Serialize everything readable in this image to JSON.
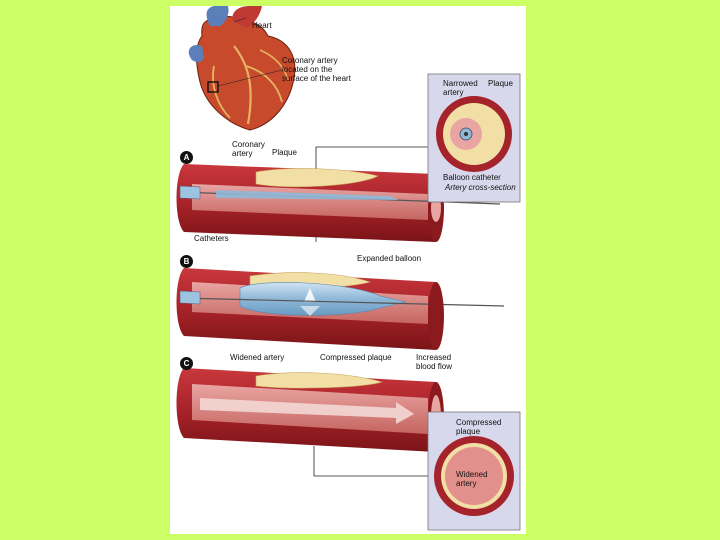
{
  "labels": {
    "heart": "Heart",
    "coronary_artery_location": "Coronary artery\nlocated on the\nsurface of the heart",
    "coronary_artery": "Coronary\nartery",
    "plaque_a": "Plaque",
    "catheters": "Catheters",
    "narrowed_artery": "Narrowed\nartery",
    "plaque_inset": "Plaque",
    "balloon_catheter": "Balloon catheter",
    "artery_cross_section": "Artery cross-section",
    "expanded_balloon": "Expanded balloon",
    "widened_artery": "Widened artery",
    "compressed_plaque": "Compressed plaque",
    "increased_blood_flow": "Increased\nblood flow",
    "compressed_plaque_inset": "Compressed\nplaque",
    "widened_artery_inset": "Widened\nartery"
  },
  "steps": {
    "a": "A",
    "b": "B",
    "c": "C"
  },
  "colors": {
    "background": "#ccff66",
    "artery": "#b3262b",
    "artery_dark": "#7d1418",
    "plaque": "#f2dfa6",
    "balloon": "#9cc3e0",
    "inset_bg": "#d8d8ec"
  }
}
